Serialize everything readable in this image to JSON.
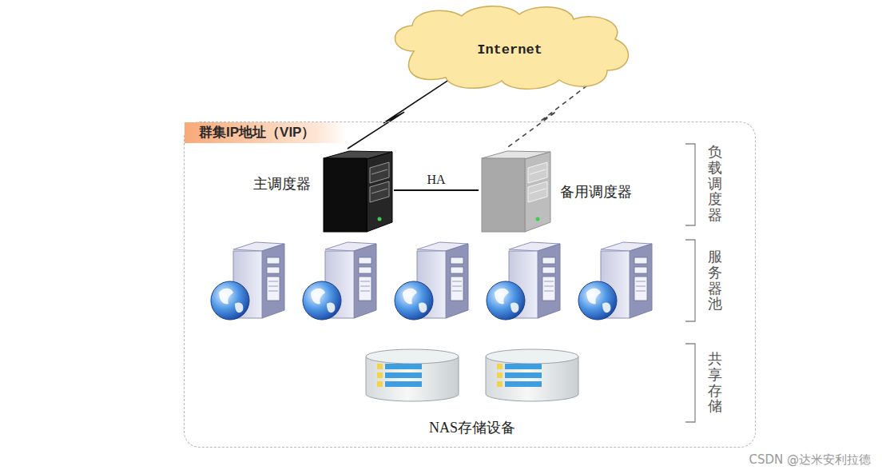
{
  "diagram": {
    "nodes": [
      {
        "text": [
          "Internet"
        ]
      },
      {
        "text": [
          "群集IP地址（VIP）"
        ]
      },
      {
        "text": [
          "主调度器"
        ],
        "in": 1
      },
      {
        "text": [
          "备用调度器"
        ],
        "in": 1
      },
      {
        "text": [
          "NAS存储设备"
        ],
        "in": 1
      }
    ],
    "edges": [
      {
        "from": 0,
        "to": 2,
        "arrow": "none"
      },
      {
        "from": 0,
        "to": 3,
        "arrow": "none"
      },
      {
        "from": 2,
        "to": 3,
        "label": "HA",
        "arrow": "none"
      }
    ],
    "labels": [
      "负载调度器",
      "服务器池",
      "共享存储",
      "CSDN @达米安利拉德"
    ]
  }
}
